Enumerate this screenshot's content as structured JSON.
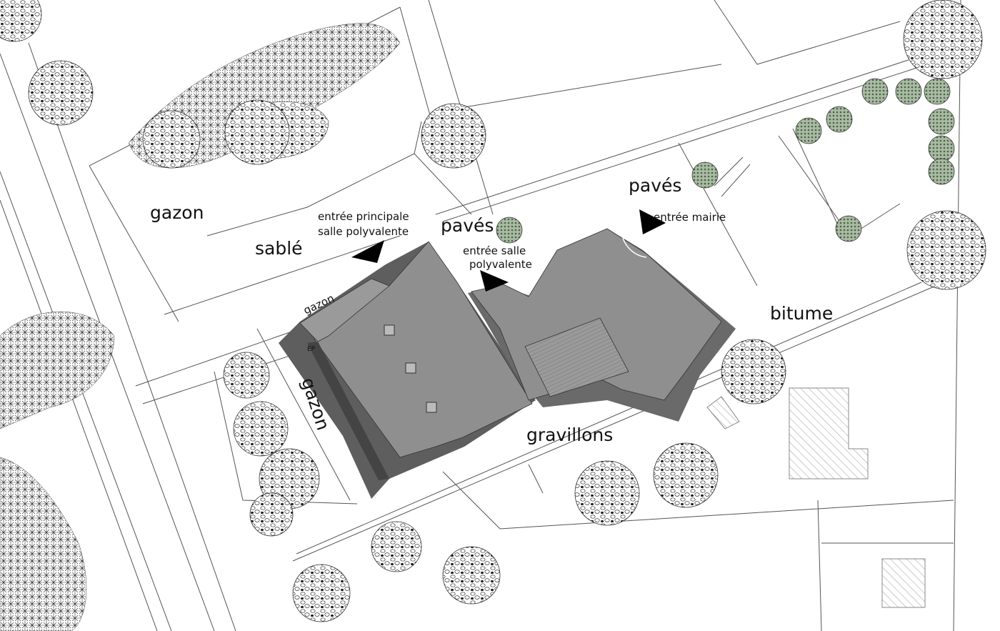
{
  "labels": {
    "gazon_nw": "gazon",
    "sable": "sablé",
    "entree_principale_line1": "entrée principale",
    "entree_principale_line2": "salle polyvalente",
    "paves_center": "pavés",
    "entree_salle_line1": "entrée salle",
    "entree_salle_line2": "polyvalente",
    "paves_ne": "pavés",
    "entree_mairie": "entrée mairie",
    "bitume": "bitume",
    "gazon_strip": "gazon",
    "gazon_west": "gazon",
    "gravillons": "gravillons",
    "ep": "EP"
  },
  "colors": {
    "roof": "#8f8f8f",
    "roof_dark": "#6e6e6e",
    "shadow": "#5a5a5a",
    "foliage_green": "#6f8a6a"
  }
}
